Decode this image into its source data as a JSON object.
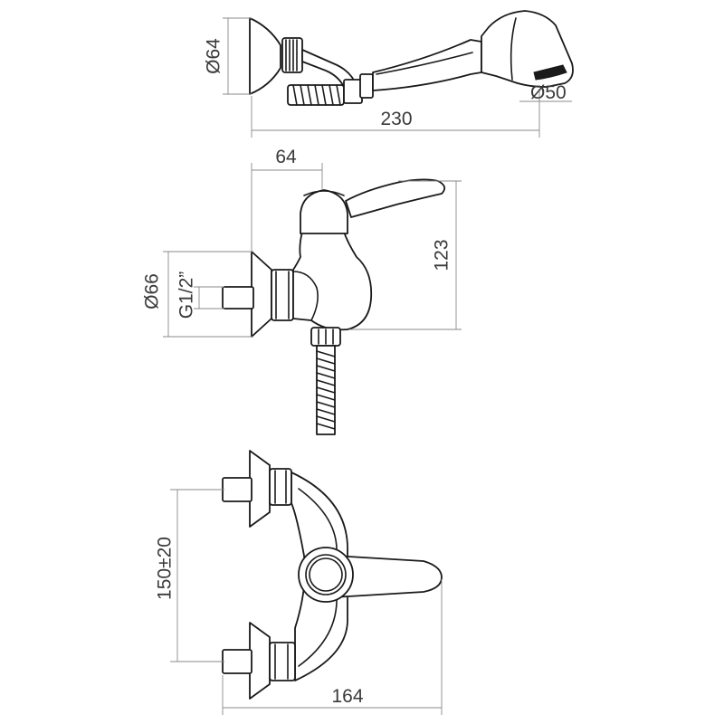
{
  "dimensions": {
    "handshower_holder_diameter": "Ø64",
    "handshower_head_diameter": "Ø50",
    "handshower_length": "230",
    "mixer_depth": "64",
    "mixer_height": "123",
    "flange_diameter": "Ø66",
    "inlet_thread": "G1/2”",
    "inlet_spacing": "150±20",
    "mixer_width": "164"
  }
}
